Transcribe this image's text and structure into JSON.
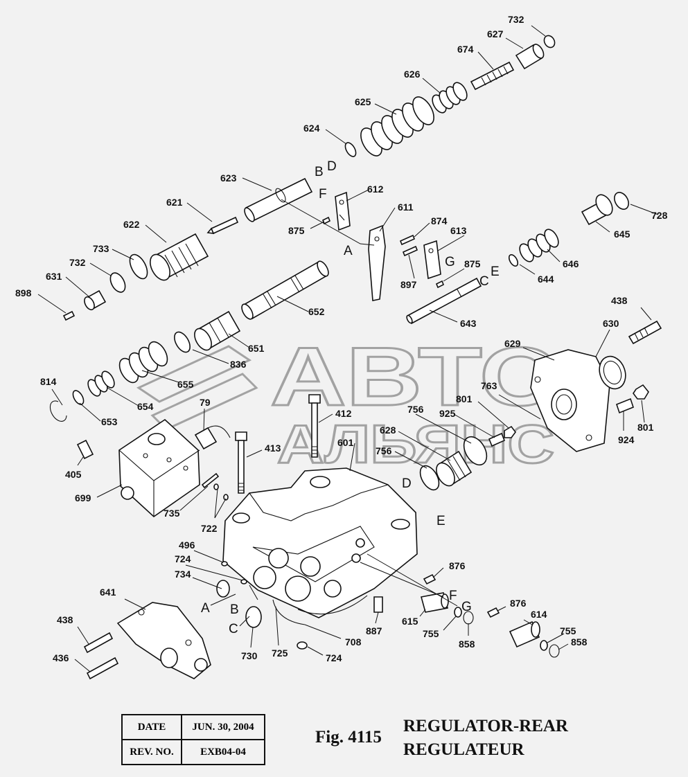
{
  "watermark": {
    "line1": "АВТО",
    "line2": "АЛЬЯНС"
  },
  "part_labels": [
    "732",
    "627",
    "674",
    "626",
    "625",
    "624",
    "623",
    "612",
    "611",
    "621",
    "875",
    "622",
    "733",
    "732",
    "631",
    "898",
    "874",
    "613",
    "875",
    "897",
    "645",
    "728",
    "646",
    "644",
    "652",
    "643",
    "438",
    "630",
    "651",
    "836",
    "655",
    "654",
    "653",
    "814",
    "629",
    "763",
    "801",
    "925",
    "756",
    "412",
    "628",
    "79",
    "413",
    "756",
    "601",
    "924",
    "801",
    "405",
    "699",
    "735",
    "722",
    "496",
    "724",
    "734",
    "876",
    "641",
    "615",
    "755",
    "876",
    "614",
    "858",
    "887",
    "755",
    "858",
    "438",
    "730",
    "725",
    "708",
    "724",
    "436"
  ],
  "ref_letters": [
    "B",
    "D",
    "F",
    "A",
    "G",
    "E",
    "C",
    "D",
    "E",
    "A",
    "B",
    "C",
    "F",
    "G"
  ],
  "info_table": {
    "date_key": "DATE",
    "date_value": "JUN. 30, 2004",
    "rev_key": "REV. NO.",
    "rev_value": "EXB04-04"
  },
  "figure": {
    "number": "Fig. 4115",
    "title_en": "REGULATOR-REAR",
    "title_fr": "REGULATEUR"
  }
}
